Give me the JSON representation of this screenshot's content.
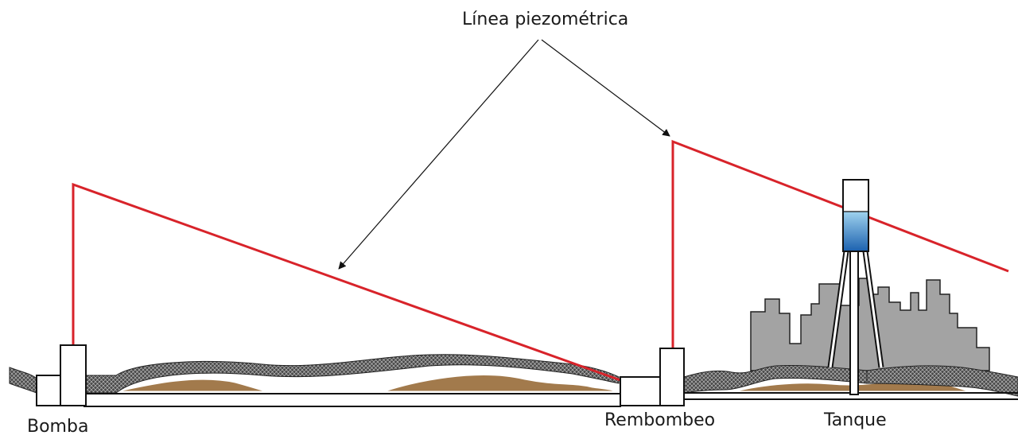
{
  "labels": {
    "title": "Línea piezométrica",
    "bomba": "Bomba",
    "rembombeo": "Rembombeo",
    "tanque": "Tanque"
  },
  "colors": {
    "piezometric_line": "#d8232a",
    "ground_mesh": "#4a4a4a",
    "soil": "#a27a4c",
    "city": "#a3a3a3",
    "water": "#3a86c9"
  },
  "icons": {
    "pump": "bomba-icon",
    "booster": "rembombeo-icon",
    "tank": "elevated-tank-icon",
    "city": "city-skyline-icon"
  }
}
